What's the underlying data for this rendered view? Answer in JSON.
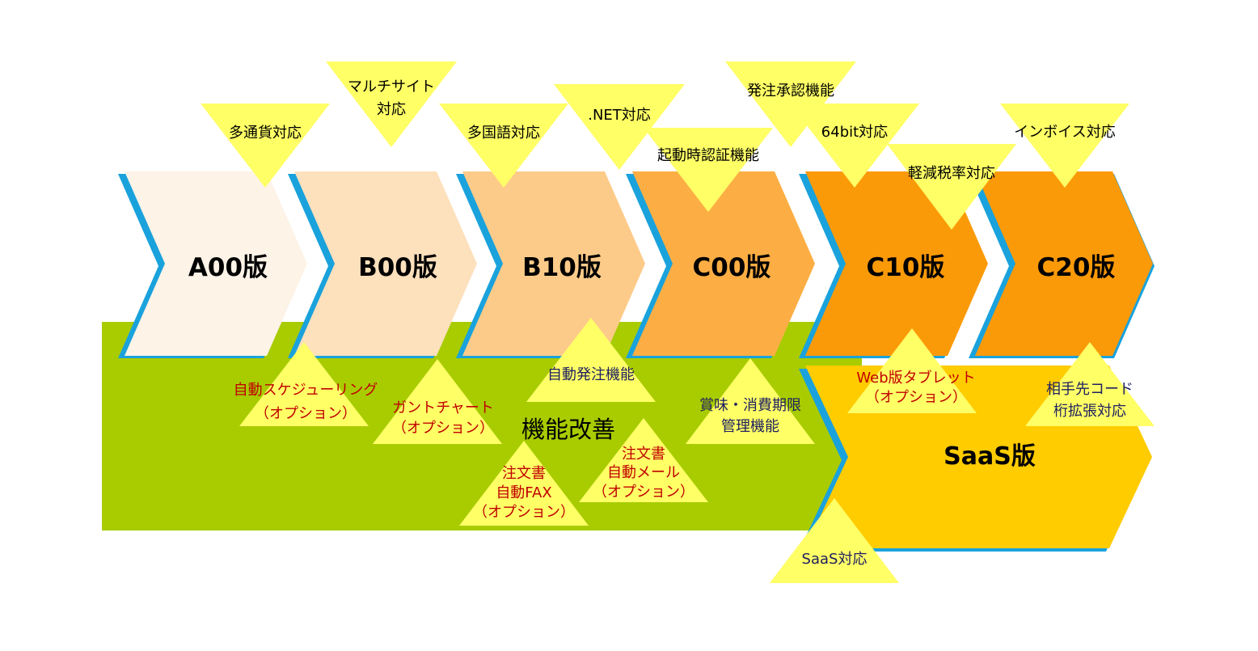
{
  "colors": {
    "background": "#ffffff",
    "green_band": "#a8cc00",
    "chevron_shadow": "#1aa2dc",
    "triangle_fill": "#ffff66",
    "text_black": "#000000",
    "text_red": "#c00000",
    "text_navy": "#1f2060",
    "saas_fill": "#ffcc00"
  },
  "versions": [
    {
      "label": "A00版",
      "fill": "#fdf3e7"
    },
    {
      "label": "B00版",
      "fill": "#fde0bc"
    },
    {
      "label": "B10版",
      "fill": "#fdcb89"
    },
    {
      "label": "C00版",
      "fill": "#fcae44"
    },
    {
      "label": "C10版",
      "fill": "#fb9a08"
    },
    {
      "label": "C20版",
      "fill": "#fb9a08"
    }
  ],
  "band_label": "機能改善",
  "saas": {
    "label": "SaaS版"
  },
  "top_features": [
    {
      "lines": [
        "多通貨対応"
      ]
    },
    {
      "lines": [
        "マルチサイト",
        "対応"
      ]
    },
    {
      "lines": [
        "多国語対応"
      ]
    },
    {
      "lines": [
        ".NET対応"
      ]
    },
    {
      "lines": [
        "起動時認証機能"
      ]
    },
    {
      "lines": [
        "発注承認機能"
      ]
    },
    {
      "lines": [
        "64bit対応"
      ]
    },
    {
      "lines": [
        "軽減税率対応"
      ]
    },
    {
      "lines": [
        "インボイス対応"
      ]
    }
  ],
  "bottom_features": [
    {
      "lines": [
        "自動スケジューリング",
        "（オプション）"
      ],
      "tone": "red"
    },
    {
      "lines": [
        "ガントチャート",
        "（オプション）"
      ],
      "tone": "red"
    },
    {
      "lines": [
        "自動発注機能"
      ],
      "tone": "navy"
    },
    {
      "lines": [
        "注文書",
        "自動メール",
        "（オプション）"
      ],
      "tone": "red"
    },
    {
      "lines": [
        "注文書",
        "自動FAX",
        "（オプション）"
      ],
      "tone": "red"
    },
    {
      "lines": [
        "賞味・消費期限",
        "管理機能"
      ],
      "tone": "navy"
    },
    {
      "lines": [
        "Web版タブレット",
        "（オプション）"
      ],
      "tone": "red"
    },
    {
      "lines": [
        "相手先コード",
        "桁拡張対応"
      ],
      "tone": "navy"
    },
    {
      "lines": [
        "SaaS対応"
      ],
      "tone": "navy"
    }
  ]
}
